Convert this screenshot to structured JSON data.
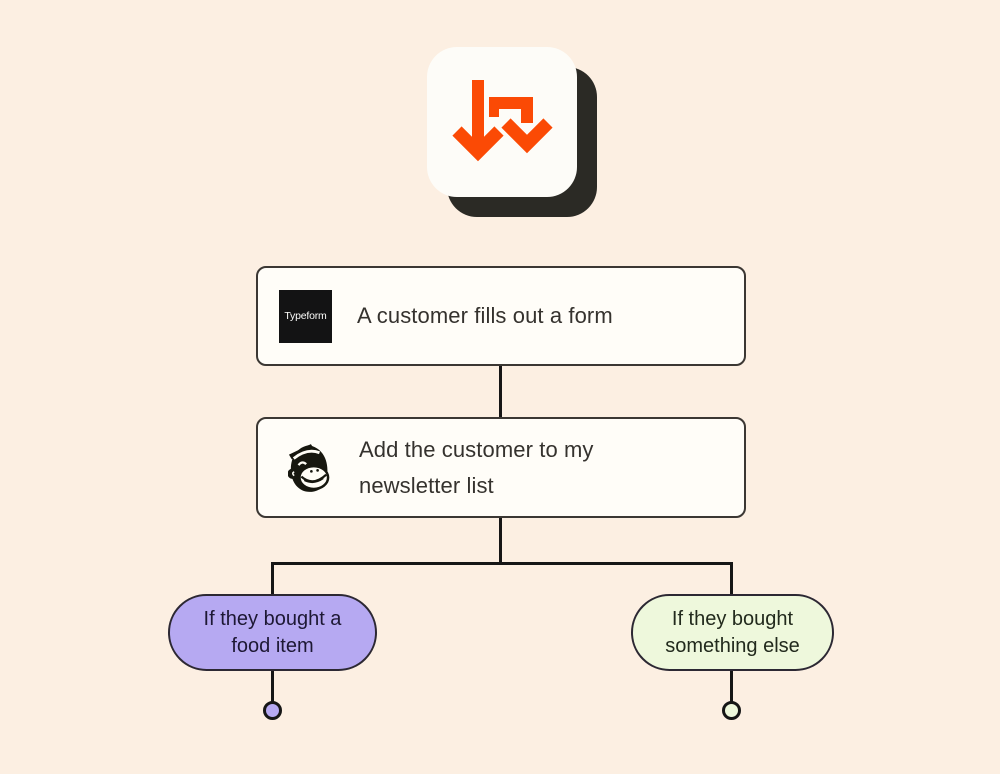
{
  "canvas": {
    "background": "#fcefe2"
  },
  "hero_icon": {
    "name": "branch-arrows",
    "arrow_color": "#fb4a05",
    "card_fill": "#fdfcf8",
    "shadow_fill": "#2b2a25"
  },
  "steps": [
    {
      "app": "Typeform",
      "logo_text": "Typeform",
      "label": "A customer fills out a form"
    },
    {
      "app": "Mailchimp",
      "lines": [
        "Add the customer to my",
        "newsletter list"
      ]
    }
  ],
  "branches": [
    {
      "lines": [
        "If they bought a",
        "food item"
      ],
      "fill": "#b6a9f2",
      "text_color": "#1d1834"
    },
    {
      "lines": [
        "If they bought",
        "something else"
      ],
      "fill": "#eef8dc",
      "text_color": "#222a1d"
    }
  ]
}
